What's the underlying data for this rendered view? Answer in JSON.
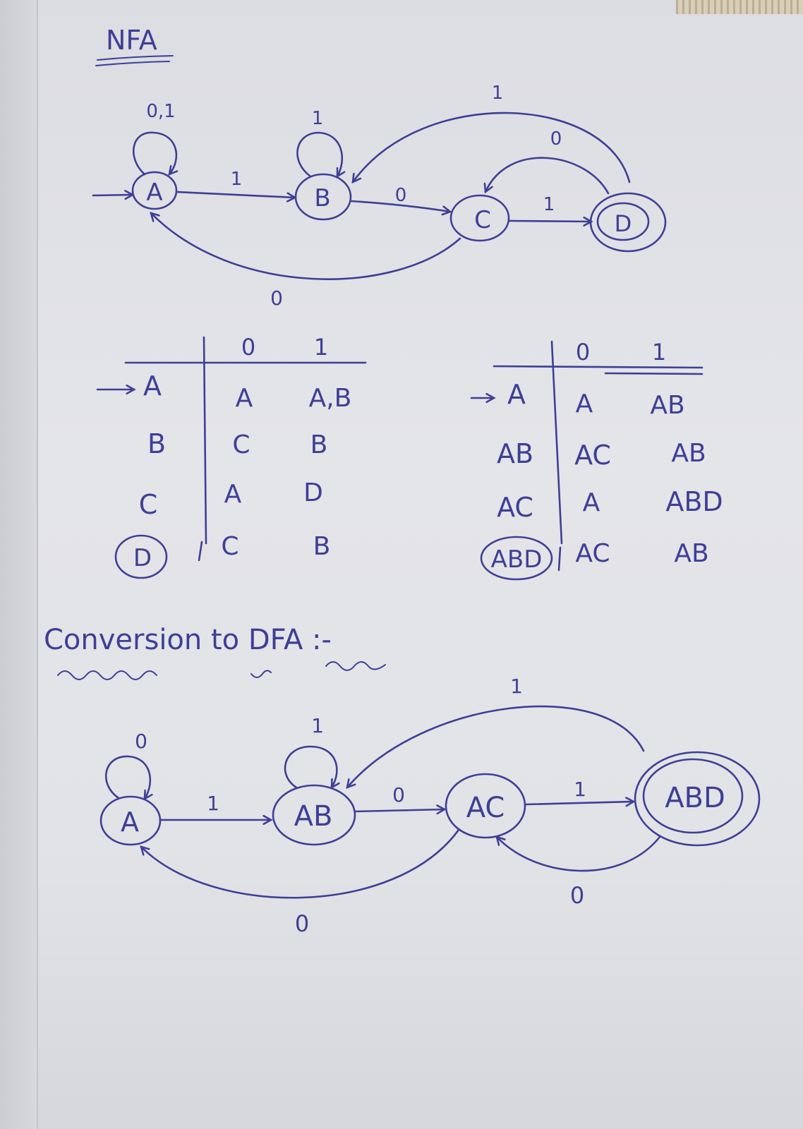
{
  "titles": {
    "nfa": "NFA",
    "conversion": "Conversion to DFA :-"
  },
  "nfa": {
    "states": [
      "A",
      "B",
      "C",
      "D"
    ],
    "start_state": "A",
    "accept_states": [
      "D"
    ],
    "labels": {
      "loop_a": "0,1",
      "loop_b": "1",
      "a_to_b": "1",
      "b_to_c": "0",
      "c_to_d": "1",
      "d_to_c": "0",
      "d_to_b": "1",
      "c_to_a": "0"
    }
  },
  "nfa_table": {
    "columns": [
      "0",
      "1"
    ],
    "rows": [
      {
        "state": "A",
        "on0": "A",
        "on1": "A,B"
      },
      {
        "state": "B",
        "on0": "C",
        "on1": "B"
      },
      {
        "state": "C",
        "on0": "A",
        "on1": "D"
      },
      {
        "state": "D",
        "on0": "C",
        "on1": "B"
      }
    ]
  },
  "dfa_table": {
    "columns": [
      "0",
      "1"
    ],
    "rows": [
      {
        "state": "A",
        "on0": "A",
        "on1": "AB"
      },
      {
        "state": "AB",
        "on0": "AC",
        "on1": "AB"
      },
      {
        "state": "AC",
        "on0": "A",
        "on1": "ABD"
      },
      {
        "state": "ABD",
        "on0": "AC",
        "on1": "AB"
      }
    ]
  },
  "dfa": {
    "states": [
      "A",
      "AB",
      "AC",
      "ABD"
    ],
    "start_state": "A",
    "accept_states": [
      "ABD"
    ],
    "labels": {
      "loop_a": "0",
      "loop_ab": "1",
      "a_to_ab": "1",
      "ab_to_ac": "0",
      "ac_to_abd": "1",
      "abd_to_ab": "1",
      "abd_to_ac": "0",
      "ac_to_a": "0"
    }
  },
  "ink_color": "#3e3f95"
}
